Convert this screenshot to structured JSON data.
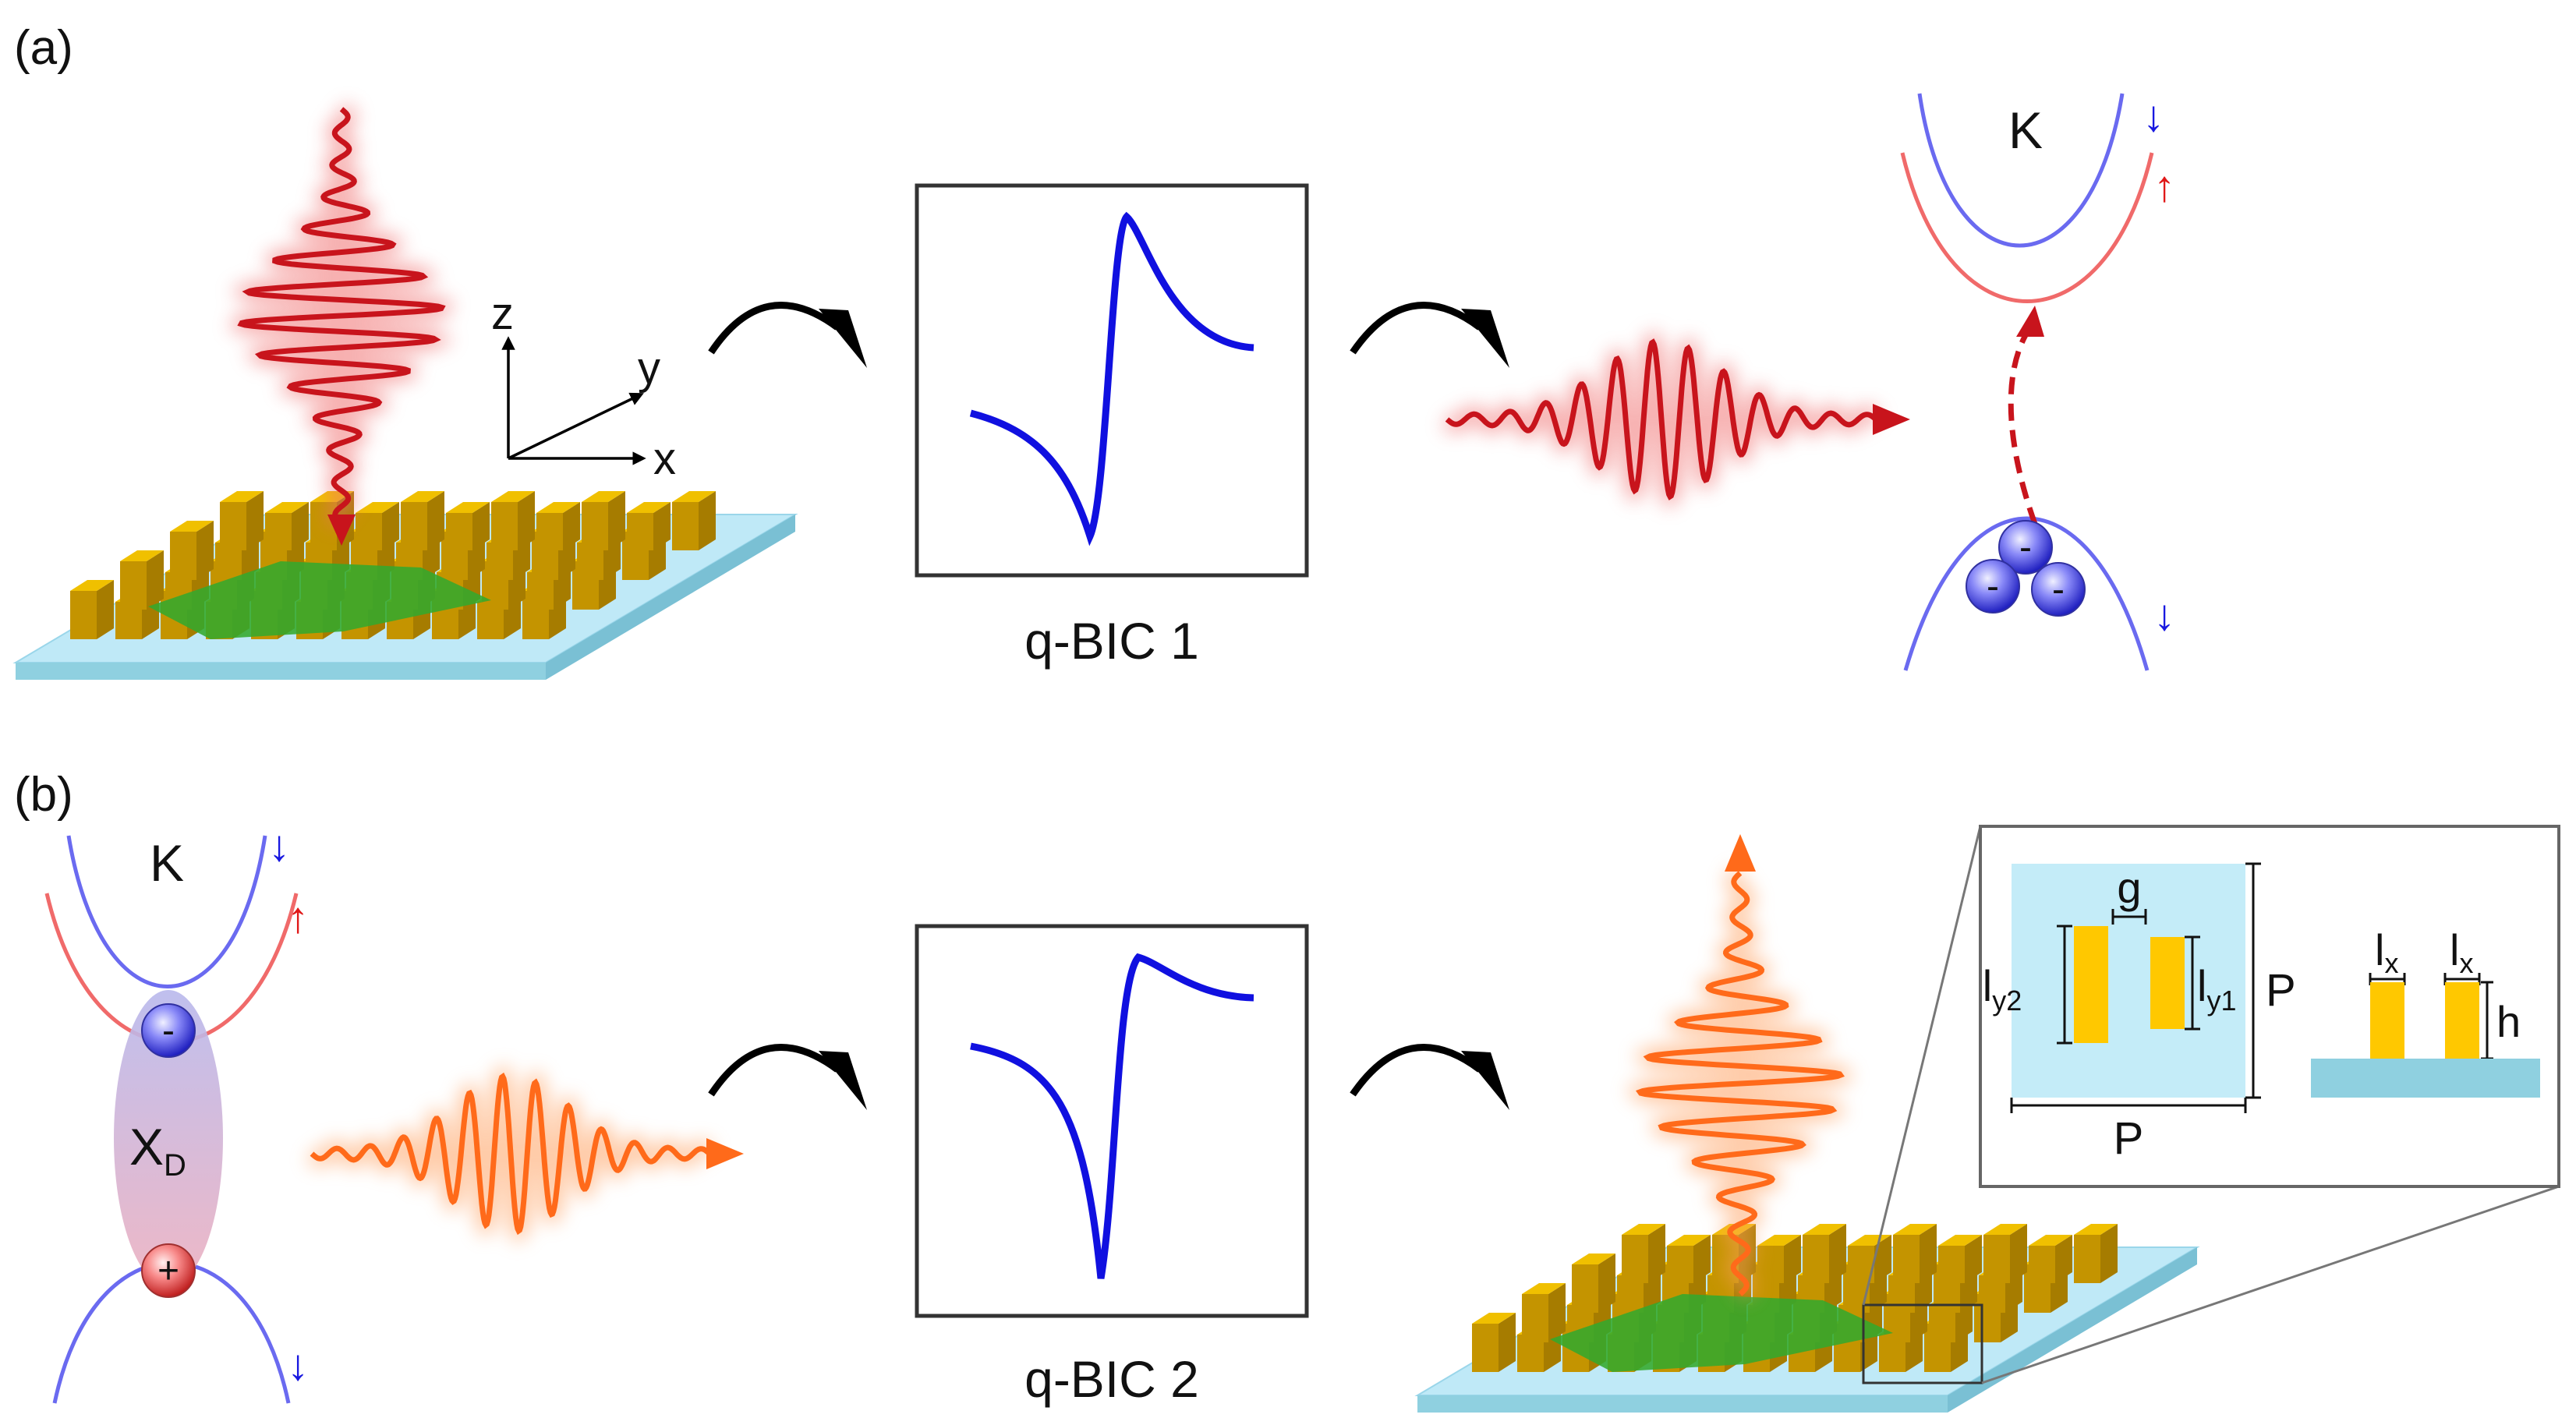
{
  "panel_a": {
    "label": "(a)",
    "axis_z": "z",
    "axis_y": "y",
    "axis_x": "x",
    "box_caption": "q-BIC 1",
    "valley_label": "K",
    "electron_sign": "-",
    "spin_down": "↓",
    "spin_up": "↑"
  },
  "panel_b": {
    "label": "(b)",
    "valley_label": "K",
    "exciton_label": "X",
    "exciton_subscript": "D",
    "electron_sign": "-",
    "hole_sign": "+",
    "spin_down": "↓",
    "spin_up": "↑",
    "box_caption": "q-BIC 2",
    "inset": {
      "gap": "g",
      "ly2": "l",
      "ly2_sub": "y2",
      "ly1": "l",
      "ly1_sub": "y1",
      "period_side": "P",
      "period_bottom": "P",
      "lx_left": "l",
      "lx_left_sub": "x",
      "lx_right": "l",
      "lx_right_sub": "x",
      "height": "h"
    }
  },
  "colors": {
    "red_wave": "#c8141c",
    "orange_wave": "#ff6a1a",
    "resonance_curve": "#1010e0",
    "band_blue": "#6a6af0",
    "band_red": "#f06a6a",
    "gold": "#e8b800",
    "substrate": "#a8e0f0",
    "flake": "#3aa832",
    "inset_bg": "#c4ecf8"
  }
}
